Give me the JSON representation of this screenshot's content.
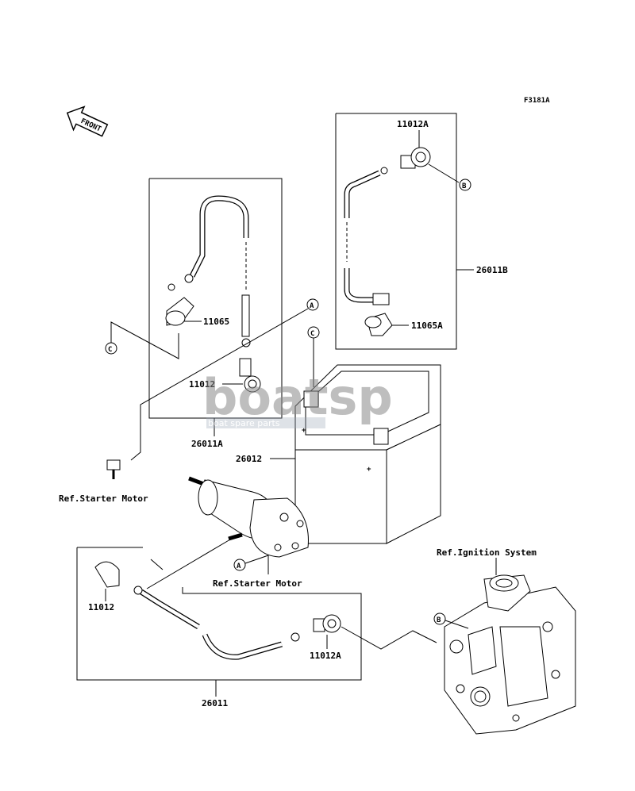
{
  "figure_code": "F3181A",
  "front_label": "FRONT",
  "parts": {
    "p11012A_top": "11012A",
    "p26011B": "26011B",
    "p11065A": "11065A",
    "p11065": "11065",
    "p11012_mid": "11012",
    "p26011A": "26011A",
    "p26012": "26012",
    "p11012_low": "11012",
    "p11012A_low": "11012A",
    "p26011": "26011"
  },
  "references": {
    "starter_motor_left": "Ref.Starter Motor",
    "starter_motor_center": "Ref.Starter Motor",
    "ignition_system": "Ref.Ignition System"
  },
  "callouts": {
    "A": "A",
    "B": "B",
    "C": "C"
  },
  "watermark": {
    "brand": "boatsp",
    "tagline": "boat spare parts",
    "color": "#8a8a8a"
  }
}
